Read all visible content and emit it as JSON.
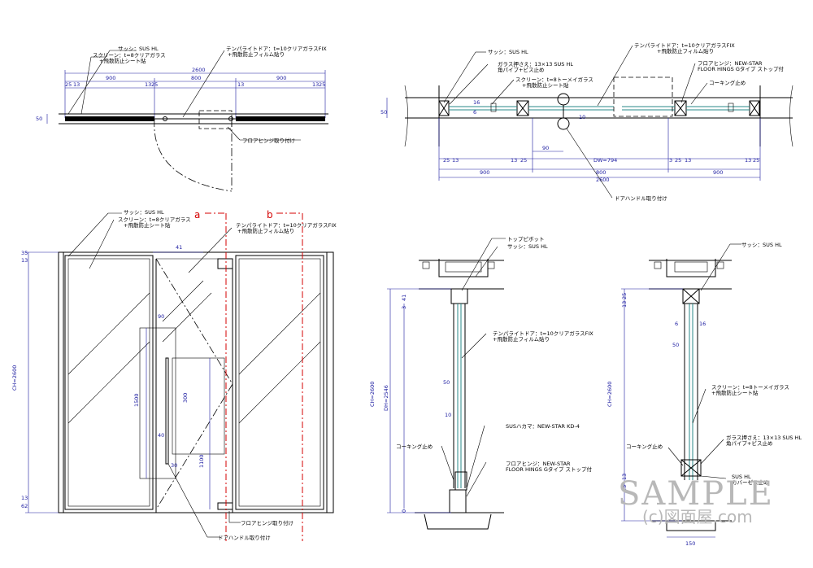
{
  "plan_top_left": {
    "label_sash": "サッシ：SUS HL",
    "label_screen": "スクリーン：t=8クリアガラス",
    "label_screen2": "+飛散防止シート貼",
    "label_door": "テンパライトドア：t=10クリアガラスFIX",
    "label_door2": "+飛散防止フィルム貼り",
    "label_hinge": "フロアヒンジ取り付け",
    "dim_total": "2600",
    "dim_left": "900",
    "dim_mid": "800",
    "dim_right": "900",
    "dim_a": "25",
    "dim_b": "13",
    "dim_c": "13",
    "dim_d": "25",
    "dim_e": "13",
    "dim_f": "13",
    "dim_g": "25",
    "dim_depth": "50"
  },
  "plan_top_right": {
    "label_sash": "サッシ：SUS HL",
    "label_bead": "ガラス押さえ：13×13 SUS HL",
    "label_bead2": "角パイプ+ビス止め",
    "label_screen": "スクリーン：t=8トーメイガラス",
    "label_screen2": "+飛散防止シート貼",
    "label_door": "テンパライトドア：t=10クリアガラスFIX",
    "label_door2": "+飛散防止フィルム貼り",
    "label_hinge": "フロアヒンジ：NEW-STAR",
    "label_hinge2": "FLOOR HINGS Gタイプ ストップ付",
    "label_caulk": "コーキング止め",
    "label_handle": "ドアハンドル取り付け",
    "dim_total": "2600",
    "dim_left": "900",
    "dim_mid": "800",
    "dim_right": "900",
    "dim_dw": "DW=794",
    "dim_90": "90",
    "dim_10": "10",
    "dim_50": "50",
    "dim_6": "6",
    "dim_16": "16",
    "dim_25a": "25",
    "dim_13a": "13",
    "dim_13b": "13",
    "dim_25b": "25",
    "dim_3": "3",
    "dim_25c": "25",
    "dim_13c": "13",
    "dim_13d": "13",
    "dim_25d": "25"
  },
  "elevation": {
    "label_sash": "サッシ：SUS HL",
    "label_screen": "スクリーン：t=8クリアガラス",
    "label_screen2": "+飛散防止シート貼",
    "label_door": "テンパライトドア：t=10クリアガラスFIX",
    "label_door2": "+飛散防止フィルム貼り",
    "label_hinge": "フロアヒンジ取り付け",
    "label_handle": "ドアハンドル取り付け",
    "section_a": "a",
    "section_b": "b",
    "dim_ch": "CH=2600",
    "dim_35": "35",
    "dim_13top": "13",
    "dim_41": "41",
    "dim_90": "90",
    "dim_1500": "1500",
    "dim_300": "300",
    "dim_40": "40",
    "dim_1100": "1100",
    "dim_30": "30",
    "dim_62": "62",
    "dim_13bot": "13"
  },
  "section_a": {
    "label_pivot": "トップピボット",
    "label_sash": "サッシ：SUS HL",
    "label_door": "テンパライトドア：t=10クリアガラスFIX",
    "label_door2": "+飛散防止フィルム貼り",
    "label_hakama": "SUSハカマ：NEW-STAR KD-4",
    "label_caulk": "コーキング止め",
    "label_hinge": "フロアヒンジ：NEW-STAR",
    "label_hinge2": "FLOOR HINGS Gタイプ ストップ付",
    "dim_ch": "CH=2600",
    "dim_dh": "DH=2546",
    "dim_41": "41",
    "dim_3": "3",
    "dim_50": "50",
    "dim_10": "10",
    "dim_0": "0"
  },
  "section_b": {
    "label_sash": "サッシ：SUS HL",
    "label_screen": "スクリーン：t=8トーメイガラス",
    "label_screen2": "+飛散防止シート貼",
    "label_bead": "ガラス押さえ：13×13 SUS HL",
    "label_bead2": "角パイプ+ビス止め",
    "label_caulk": "コーキング止め",
    "label_sub": "SUS HL",
    "label_sub2": "カバーゼス止め",
    "dim_ch": "CH=2600",
    "dim_25": "25",
    "dim_13a": "13",
    "dim_6": "6",
    "dim_16": "16",
    "dim_50": "50",
    "dim_13b": "13",
    "dim_13c": "13",
    "dim_150": "150"
  },
  "watermark": {
    "main": "SAMPLE",
    "sub": "(c)図面屋.com"
  }
}
